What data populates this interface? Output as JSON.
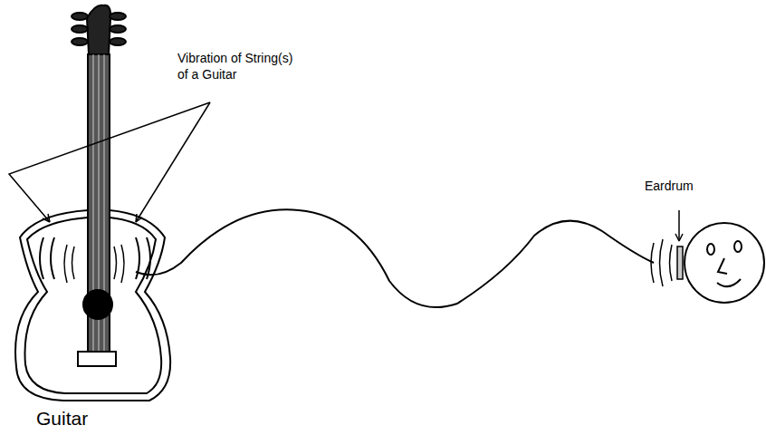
{
  "diagram": {
    "labels": [
      "Vibration of String(s) of a Guitar",
      "Eardrum",
      "Guitar"
    ]
  }
}
